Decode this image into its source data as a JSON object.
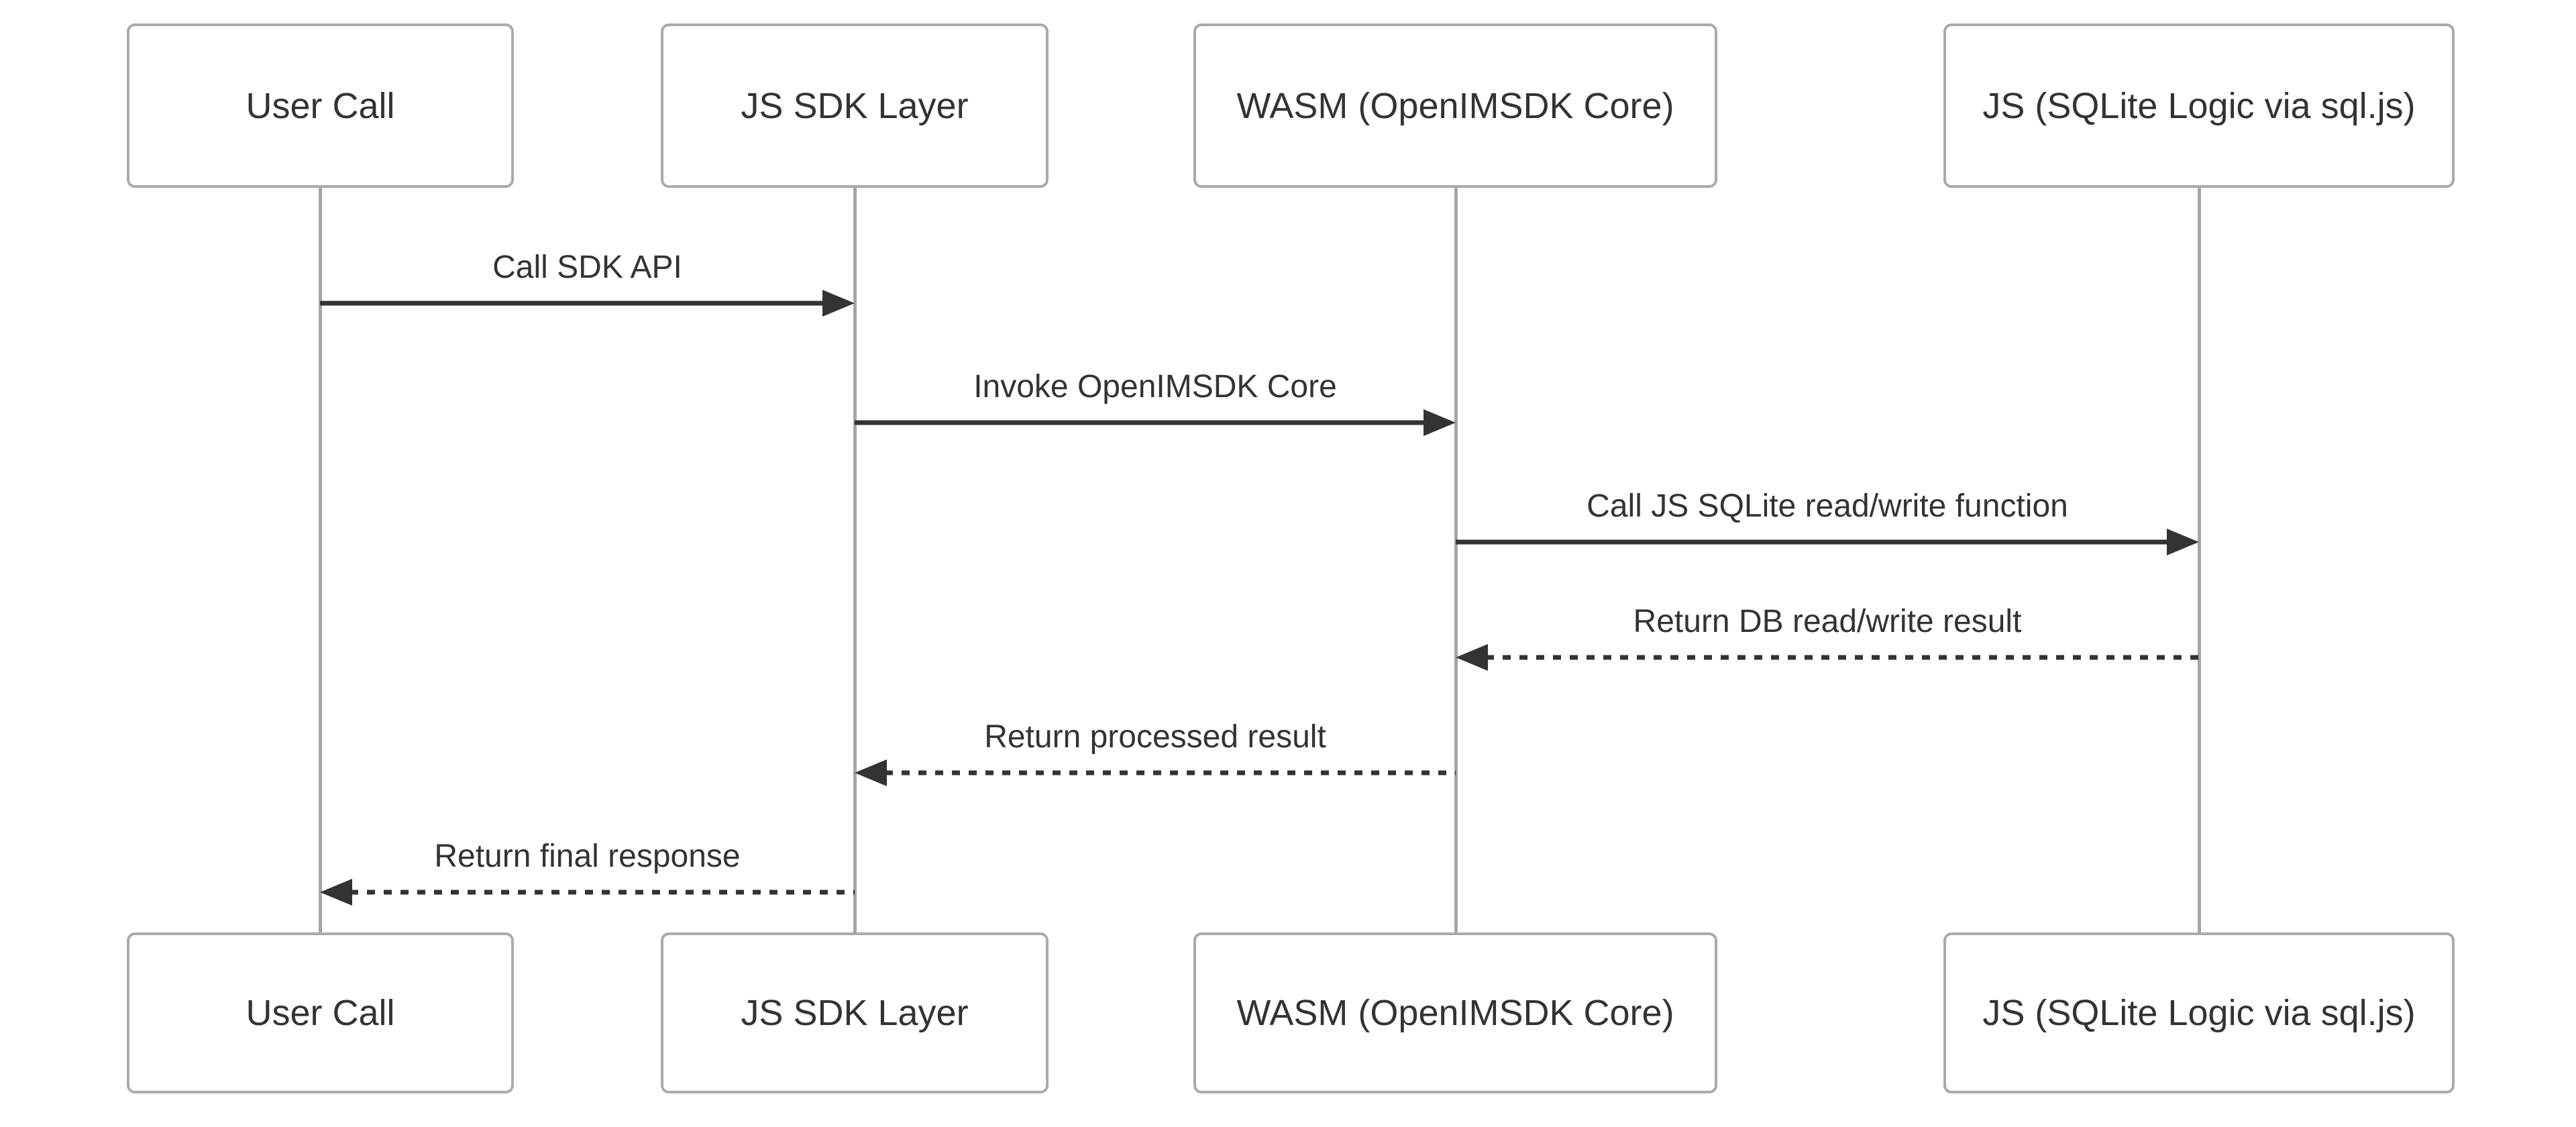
{
  "diagram": {
    "type": "sequence",
    "participants": [
      {
        "id": "user",
        "label": "User Call"
      },
      {
        "id": "jssdk",
        "label": "JS SDK Layer"
      },
      {
        "id": "wasm",
        "label": "WASM (OpenIMSDK Core)"
      },
      {
        "id": "jsdb",
        "label": "JS (SQLite Logic via sql.js)"
      }
    ],
    "messages": [
      {
        "label": "Call SDK API",
        "from": "User Call",
        "to": "JS SDK Layer",
        "line": "solid",
        "direction": "right"
      },
      {
        "label": "Invoke OpenIMSDK Core",
        "from": "JS SDK Layer",
        "to": "WASM (OpenIMSDK Core)",
        "line": "solid",
        "direction": "right"
      },
      {
        "label": "Call JS SQLite read/write function",
        "from": "WASM (OpenIMSDK Core)",
        "to": "JS (SQLite Logic via sql.js)",
        "line": "solid",
        "direction": "right"
      },
      {
        "label": "Return DB read/write result",
        "from": "JS (SQLite Logic via sql.js)",
        "to": "WASM (OpenIMSDK Core)",
        "line": "dashed",
        "direction": "left"
      },
      {
        "label": "Return processed result",
        "from": "WASM (OpenIMSDK Core)",
        "to": "JS SDK Layer",
        "line": "dashed",
        "direction": "left"
      },
      {
        "label": "Return final response",
        "from": "JS SDK Layer",
        "to": "User Call",
        "line": "dashed",
        "direction": "left"
      }
    ],
    "colors": {
      "actor_fill": "#ffffff",
      "actor_border": "#aaaaaa",
      "lifeline": "#a6a6a6",
      "arrow": "#333333",
      "text": "#333333",
      "background": "#ffffff"
    }
  }
}
